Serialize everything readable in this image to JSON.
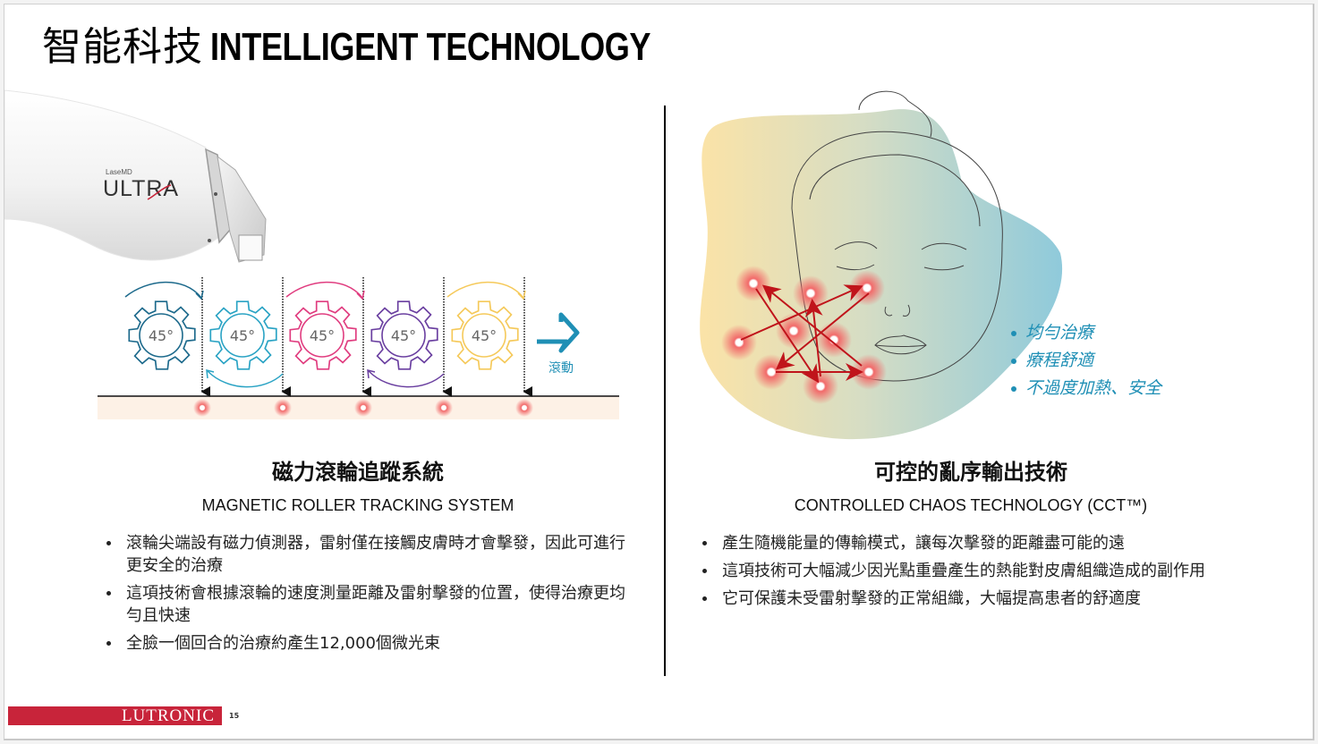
{
  "slide": {
    "title_zh": "智能科技",
    "title_en": "INTELLIGENT TECHNOLOGY",
    "page_number": "15",
    "logo": "LUTRONIC"
  },
  "device": {
    "brand_small": "LaseMD",
    "brand": "ULTRA"
  },
  "roller_diagram": {
    "gears": [
      {
        "label": "45°",
        "color": "#1d6a8c"
      },
      {
        "label": "45°",
        "color": "#2aa3c4"
      },
      {
        "label": "45°",
        "color": "#e03c7f"
      },
      {
        "label": "45°",
        "color": "#6a3fa0"
      },
      {
        "label": "45°",
        "color": "#f5c95a"
      }
    ],
    "arrow_label": "滾動",
    "arrow_color": "#1f8fb5",
    "skin_color": "#fdf1e6",
    "pulse_color": "#f26c6c"
  },
  "face_diagram": {
    "gradient_start": "#fbe3a7",
    "gradient_end": "#8fcadb",
    "arrow_color": "#c0141b",
    "benefits": [
      "均勻治療",
      "療程舒適",
      "不過度加熱、安全"
    ]
  },
  "left_section": {
    "title": "磁力滾輪追蹤系統",
    "subtitle": "MAGNETIC ROLLER TRACKING SYSTEM",
    "bullets": [
      "滾輪尖端設有磁力偵測器，雷射僅在接觸皮膚時才會擊發，因此可進行更安全的治療",
      "這項技術會根據滾輪的速度測量距離及雷射擊發的位置，使得治療更均勻且快速",
      "全臉一個回合的治療約產生12,000個微光束"
    ]
  },
  "right_section": {
    "title": "可控的亂序輸出技術",
    "subtitle": "CONTROLLED CHAOS TECHNOLOGY (CCT™)",
    "bullets": [
      "產生隨機能量的傳輸模式，讓每次擊發的距離盡可能的遠",
      "這項技術可大幅減少因光點重疊產生的熱能對皮膚組織造成的副作用",
      "它可保護未受雷射擊發的正常組織，大幅提高患者的舒適度"
    ]
  },
  "colors": {
    "brand_red": "#c8243a",
    "accent_blue": "#1f8fb5"
  }
}
